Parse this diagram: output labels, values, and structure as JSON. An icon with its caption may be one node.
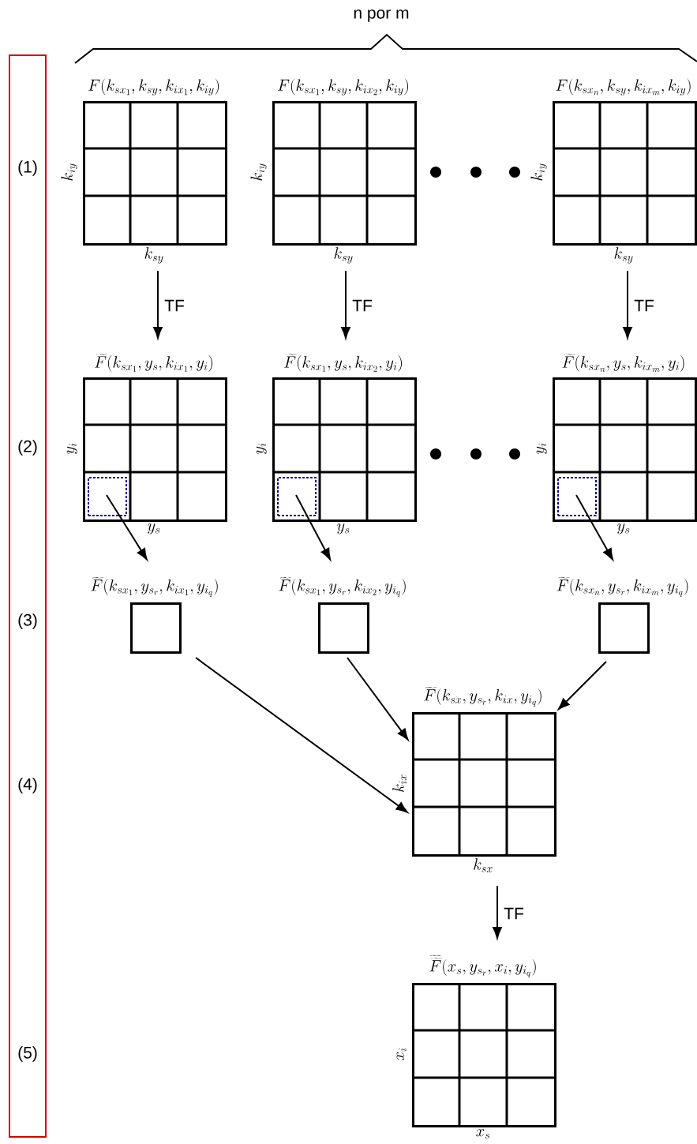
{
  "diagram": {
    "nodes": [
      {
        "text": [
          "F(k_{sx_1},k_{sy},k_{ix_1},k_{iy})"
        ],
        "beside": [
          "k_{iy}",
          "k_{sy}"
        ]
      },
      {
        "text": [
          "F(k_{sx_1},k_{sy},k_{ix_2},k_{iy})"
        ],
        "beside": [
          "k_{iy}",
          "k_{sy}"
        ]
      },
      {
        "text": [
          "F(k_{sx_n},k_{sy},k_{ix_m},k_{iy})"
        ],
        "beside": [
          "k_{iy}",
          "k_{sy}"
        ]
      },
      {
        "text": [
          "\\widetilde{F}(k_{sx_1},y_s,k_{ix_1},y_i)"
        ],
        "beside": [
          "y_i",
          "y_s"
        ]
      },
      {
        "text": [
          "\\widetilde{F}(k_{sx_1},y_s,k_{ix_2},y_i)"
        ],
        "beside": [
          "y_i",
          "y_s"
        ]
      },
      {
        "text": [
          "\\widetilde{F}(k_{sx_n},y_s,k_{ix_m},y_i)"
        ],
        "beside": [
          "y_i",
          "y_s"
        ]
      },
      {
        "text": [],
        "shape": "box",
        "in": 3
      },
      {
        "text": [],
        "shape": "box",
        "in": 4
      },
      {
        "text": [],
        "shape": "box",
        "in": 5
      },
      {
        "text": [
          "\\widetilde{F}(k_{sx_1},y_{s_r},k_{ix_1},y_{i_q})"
        ]
      },
      {
        "text": [
          "\\widetilde{F}(k_{sx_1},y_{s_r},k_{ix_2},y_{i_q})"
        ]
      },
      {
        "text": [
          "\\widetilde{F}(k_{sx_n},y_{s_r},k_{ix_m},y_{i_q})"
        ]
      },
      {
        "text": [
          "\\widetilde{F}(k_{sx},y_{s_r},k_{ix},y_{i_q})"
        ],
        "beside": [
          "k_{ix}",
          "k_{sx}"
        ]
      },
      {
        "text": [
          "\\widetilde{\\widetilde{F}}(x_s,y_{s_r},x_i,y_{i_q})"
        ],
        "beside": [
          "x_i",
          "x_s"
        ]
      }
    ],
    "edges": [
      {
        "from": 0,
        "to": 3,
        "arrow": "to",
        "label": "TF"
      },
      {
        "from": 1,
        "to": 4,
        "arrow": "to",
        "label": "TF"
      },
      {
        "from": 2,
        "to": 5,
        "arrow": "to",
        "label": "TF"
      },
      {
        "from": 6,
        "to": 9,
        "arrow": "to"
      },
      {
        "from": 7,
        "to": 10,
        "arrow": "to"
      },
      {
        "from": 8,
        "to": 11,
        "arrow": "to"
      },
      {
        "from": 9,
        "to": 12,
        "arrow": "to"
      },
      {
        "from": 10,
        "to": 12,
        "arrow": "to"
      },
      {
        "from": 11,
        "to": 12,
        "arrow": "to"
      },
      {
        "from": 12,
        "to": 13,
        "arrow": "to",
        "label": "TF"
      }
    ],
    "labels": [
      "n  por m",
      "(1)",
      "(2)",
      "(3)",
      "(4)",
      "(5)"
    ]
  }
}
